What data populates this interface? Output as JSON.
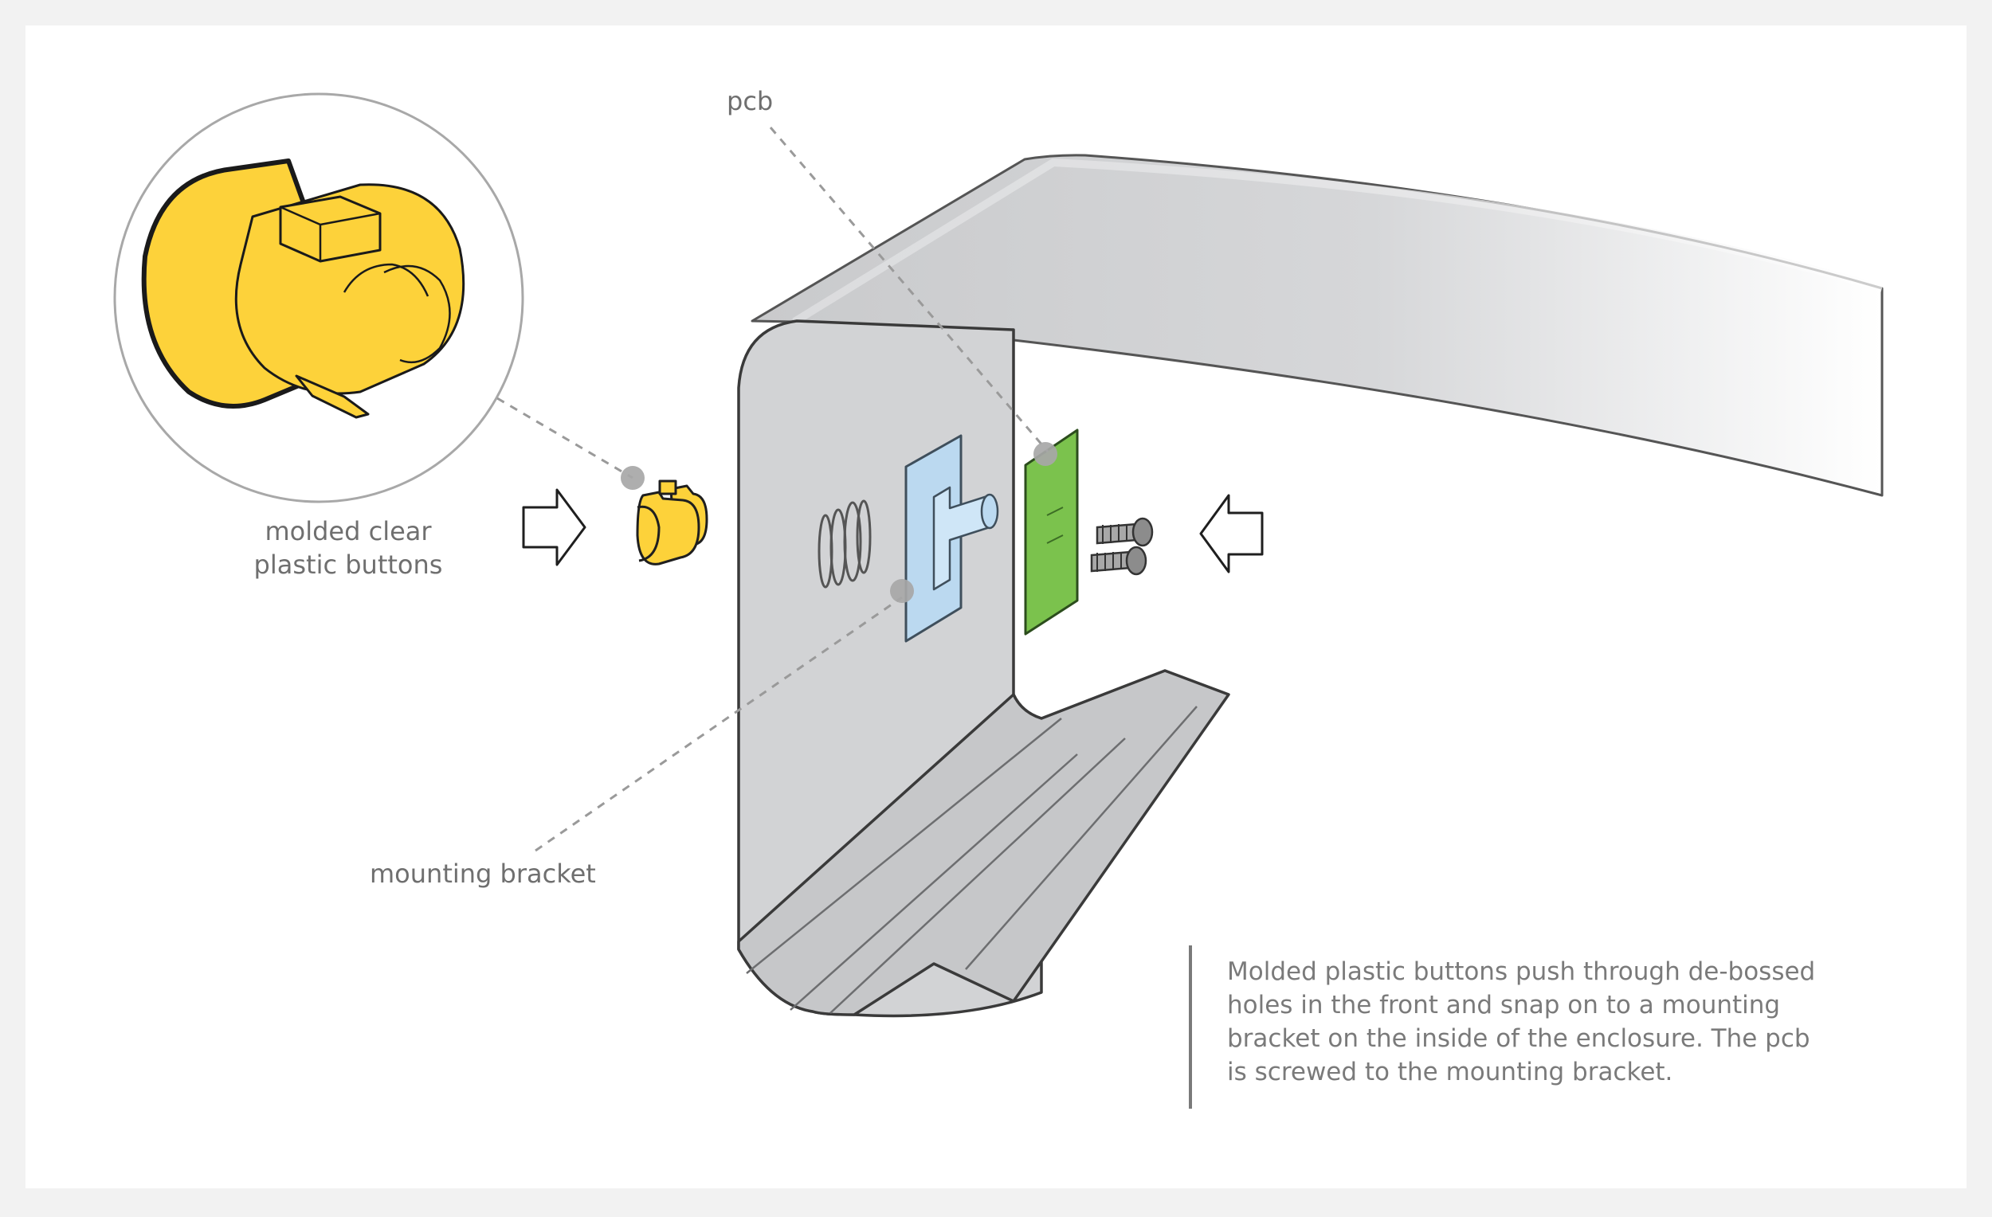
{
  "labels": {
    "buttons_line1": "molded clear",
    "buttons_line2": "plastic buttons",
    "pcb": "pcb",
    "bracket": "mounting bracket"
  },
  "caption": "Molded plastic buttons push through de-bossed\nholes in the front and snap on to a mounting\nbracket on the inside of the enclosure. The pcb\nis screwed to the mounting bracket.",
  "colors": {
    "background": "#f2f2f2",
    "panel": "#ffffff",
    "enclosure": "#d2d3d5",
    "button_yellow": "#fdd23a",
    "bracket_blue": "#b9d9f2",
    "pcb_green": "#7bc24d",
    "screw_grey": "#8c8c8c",
    "text": "#6f6f6f"
  }
}
